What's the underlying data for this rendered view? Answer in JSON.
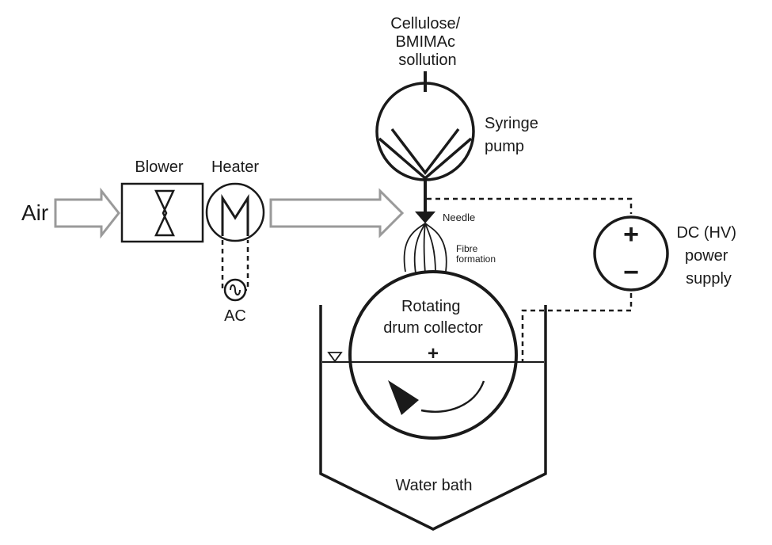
{
  "labels": {
    "solution": [
      "Cellulose/",
      "BMIMAc",
      "sollution"
    ],
    "syringe_pump": [
      "Syringe",
      "pump"
    ],
    "blower": "Blower",
    "heater": "Heater",
    "air": "Air",
    "ac": "AC",
    "needle": "Needle",
    "fibre_formation": [
      "Fibre",
      "formation"
    ],
    "power_supply": [
      "DC (HV)",
      "power",
      "supply"
    ],
    "drum": [
      "Rotating",
      "drum collector"
    ],
    "plus_sign": "+",
    "minus_sign": "−",
    "water_bath": "Water bath"
  }
}
